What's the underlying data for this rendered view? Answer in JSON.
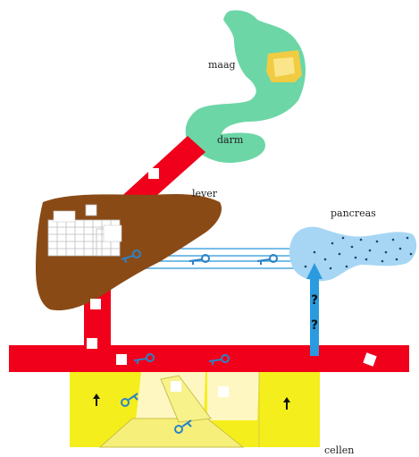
{
  "labels": {
    "stomach": "maag",
    "intestine": "darm",
    "liver": "lever",
    "pancreas": "pancreas",
    "cells": "cellen"
  },
  "question_marks": [
    "?",
    "?"
  ],
  "colors": {
    "blood_vessel": "#f0001a",
    "stomach": "#6cd6a6",
    "liver": "#8a4a16",
    "pancreas": "#a6d6f4",
    "pancreas_dots": "#1c4470",
    "insulin_arrow": "#2b9be0",
    "insulin_key": "#2d82c6",
    "cells": "#f4ee1c",
    "cells_inner": "#fff7c2",
    "glucose": "#ffffff"
  },
  "icons": [
    "glucose-square-icon",
    "insulin-key-icon",
    "glycogen-grid-icon",
    "upward-arrow-icon"
  ]
}
